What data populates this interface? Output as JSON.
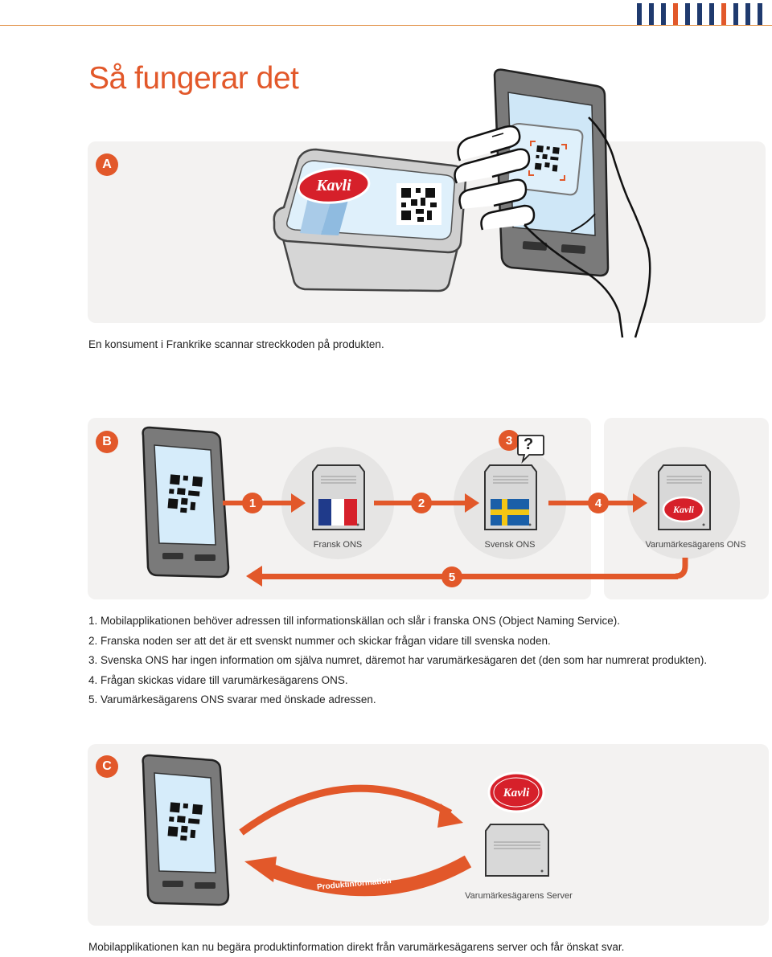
{
  "header": {
    "title": "Så fungerar det",
    "stripe_colors": [
      "#1f3a6e",
      "#1f3a6e",
      "#1f3a6e",
      "#e2582a",
      "#1f3a6e",
      "#1f3a6e",
      "#1f3a6e",
      "#e2582a",
      "#1f3a6e",
      "#1f3a6e",
      "#1f3a6e"
    ]
  },
  "colors": {
    "accent": "#e2582a",
    "navy": "#1f3a6e",
    "panel": "#f3f2f1"
  },
  "section_a": {
    "badge": "A",
    "brand": "Kavli",
    "caption": "En konsument i Frankrike scannar streckkoden på produkten."
  },
  "section_b": {
    "badge": "B",
    "steps": [
      "1",
      "2",
      "3",
      "4",
      "5"
    ],
    "question": "?",
    "servers": [
      "Fransk ONS",
      "Svensk ONS",
      "Varumärkesägarens ONS"
    ],
    "brand": "Kavli",
    "list": [
      "1. Mobilapplikationen behöver adressen till informationskällan och slår i franska ONS (Object Naming Service).",
      "2. Franska noden ser att det är ett svenskt nummer och skickar frågan vidare till svenska noden.",
      "3. Svenska ONS har ingen information om själva numret, däremot har varumärkesägaren det (den som har numrerat produkten).",
      "4. Frågan skickas vidare till varumärkesägarens ONS.",
      "5. Varumärkesägarens ONS svarar med önskade adressen."
    ]
  },
  "section_c": {
    "badge": "C",
    "brand": "Kavli",
    "arrow_label": "Produktinformation",
    "server_label": "Varumärkesägarens Server",
    "caption": "Mobilapplikationen kan nu begära produktinformation direkt från varumärkesägarens server och får önskat svar."
  },
  "icons": [
    "phone-icon",
    "server-icon",
    "french-flag-icon",
    "swedish-flag-icon",
    "kavli-logo",
    "qr-code-icon",
    "hand-icon",
    "tub-icon",
    "speech-bubble-icon",
    "arrow-icon"
  ]
}
